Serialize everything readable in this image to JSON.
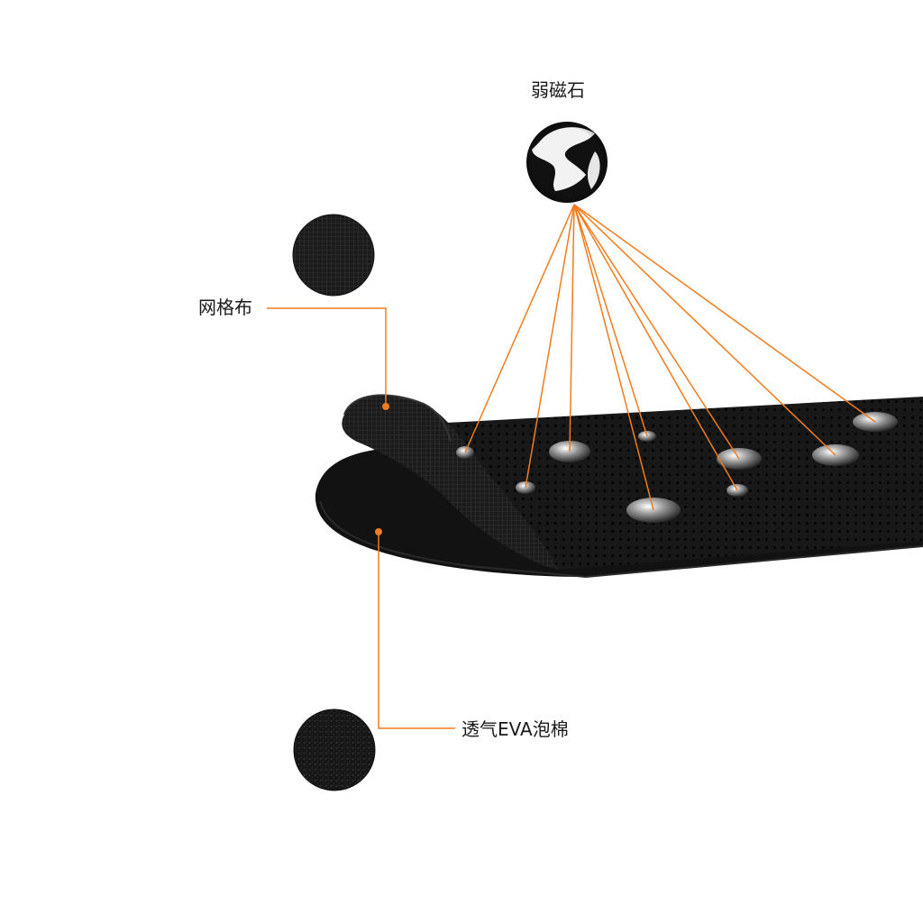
{
  "labels": {
    "magnet": "弱磁石",
    "mesh_fabric": "网格布",
    "eva_foam": "透气EVA泡棉"
  },
  "colors": {
    "leader_line": "#f07c1e",
    "insole": "#151515",
    "background": "#ffffff"
  },
  "icons": {
    "magnet_swatch": "magnet-swatch-icon",
    "mesh_swatch": "mesh-fabric-swatch-icon",
    "eva_swatch": "eva-foam-swatch-icon"
  }
}
